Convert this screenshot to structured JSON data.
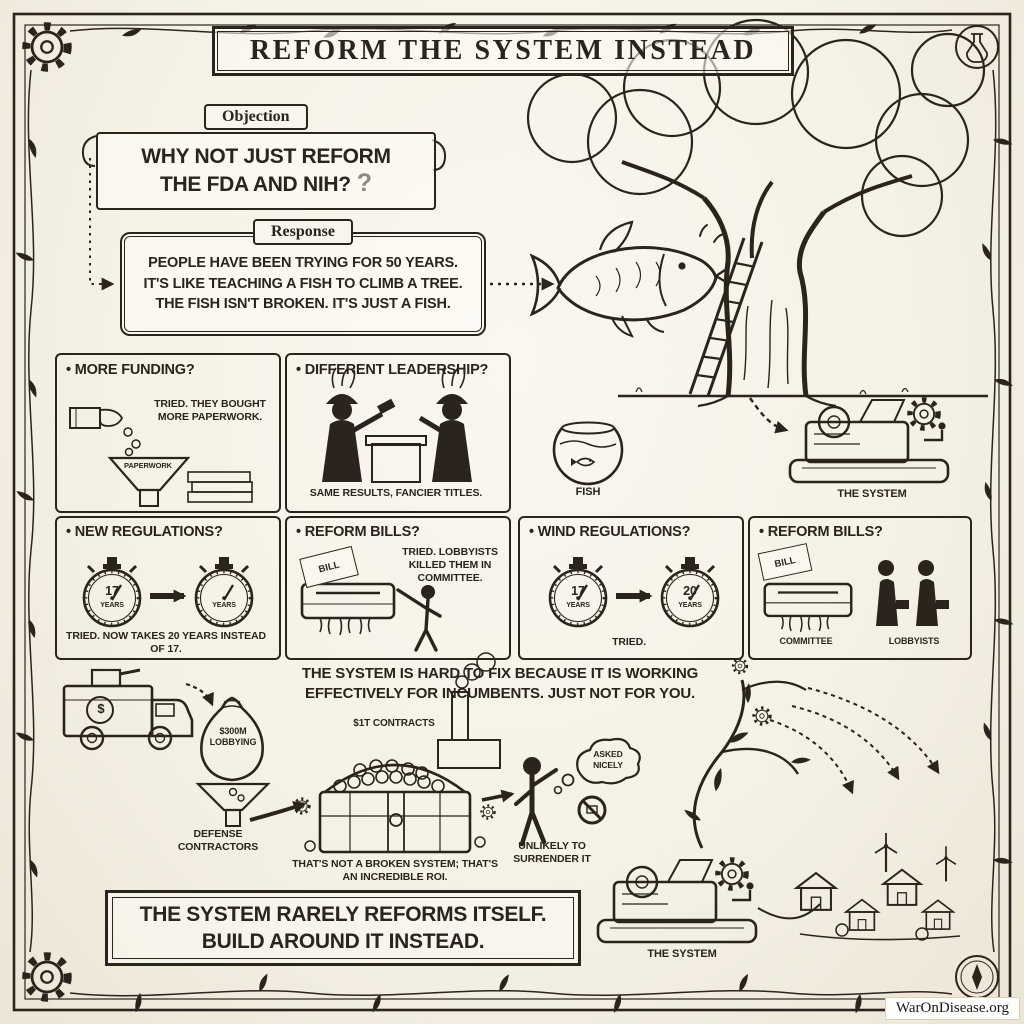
{
  "colors": {
    "ink": "#2b241c",
    "paper": "#f5f1e6"
  },
  "title": "REFORM THE SYSTEM INSTEAD",
  "watermark": "WarOnDisease.org",
  "objection": {
    "label": "Objection",
    "lines": [
      "WHY NOT JUST REFORM",
      "THE FDA AND NIH?"
    ],
    "mark": "?"
  },
  "response": {
    "label": "Response",
    "lines": [
      "PEOPLE HAVE BEEN TRYING FOR 50 YEARS.",
      "IT'S LIKE TEACHING A FISH TO CLIMB A TREE.",
      "THE FISH ISN'T BROKEN. IT'S JUST A FISH."
    ]
  },
  "scene": {
    "fish_label": "FISH",
    "system_label": "THE SYSTEM"
  },
  "attempts": {
    "more_funding": {
      "title": "• MORE FUNDING?",
      "note": "TRIED. THEY BOUGHT MORE PAPERWORK.",
      "funnel_label": "PAPERWORK"
    },
    "leadership": {
      "title": "• DIFFERENT LEADERSHIP?",
      "caption": "SAME RESULTS, FANCIER TITLES."
    },
    "new_regulations": {
      "title": "• NEW REGULATIONS?",
      "dial_left_num": "17",
      "dial_left_unit": "YEARS",
      "dial_right_unit": "YEARS",
      "caption": "TRIED. NOW TAKES 20 YEARS INSTEAD OF 17."
    },
    "reform_bills": {
      "title": "• REFORM BILLS?",
      "bill_label": "BILL",
      "note": "TRIED. LOBBYISTS KILLED THEM IN COMMITTEE."
    },
    "wind_regulations": {
      "title": "• WIND REGULATIONS?",
      "dial_left_num": "17",
      "dial_left_unit": "YEARS",
      "dial_right_num": "20",
      "dial_right_unit": "YEARS",
      "caption": "TRIED."
    },
    "reform_bills_2": {
      "title": "• REFORM BILLS?",
      "bill_label": "BILL",
      "committee_label": "COMMITTEE",
      "lobbyists_label": "LOBBYISTS"
    }
  },
  "middle_statement": {
    "lines": [
      "THE SYSTEM IS HARD TO FIX BECAUSE IT IS WORKING",
      "EFFECTIVELY FOR INCUMBENTS. JUST NOT FOR YOU."
    ]
  },
  "money_flow": {
    "truck_dollar": "$",
    "bag_label": "$300M LOBBYING",
    "defense_label": "DEFENSE CONTRACTORS",
    "contracts_label": "$1T CONTRACTS",
    "roi_caption": "THAT'S NOT A BROKEN SYSTEM; THAT'S AN INCREDIBLE ROI.",
    "thought_bubble": "ASKED NICELY",
    "surrender_caption": "UNLIKELY TO SURRENDER IT",
    "system_label": "THE SYSTEM"
  },
  "conclusion": {
    "lines": [
      "THE SYSTEM RARELY REFORMS ITSELF.",
      "BUILD AROUND IT INSTEAD."
    ]
  }
}
